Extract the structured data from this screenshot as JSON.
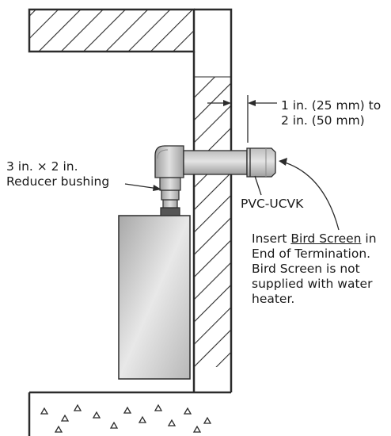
{
  "labels": {
    "clearance_line1": "1 in. (25 mm) to",
    "clearance_line2": "2 in. (50 mm)",
    "reducer_line1": "3 in. × 2 in.",
    "reducer_line2": "Reducer bushing",
    "vent_kit": "PVC-UCVK",
    "note_line1_pre": "Insert ",
    "note_line1_link": "Bird Screen",
    "note_line1_post": " in",
    "note_line2": "End of Termination.",
    "note_line3": "Bird Screen is not",
    "note_line4": "supplied with water",
    "note_line5": "heater."
  },
  "colors": {
    "line": "#2b2b2b",
    "pipe_light": "#d8d8d8",
    "pipe_mid": "#a9a9a9",
    "heater_light": "#e2e2e2",
    "heater_dark": "#a5a5a5"
  }
}
